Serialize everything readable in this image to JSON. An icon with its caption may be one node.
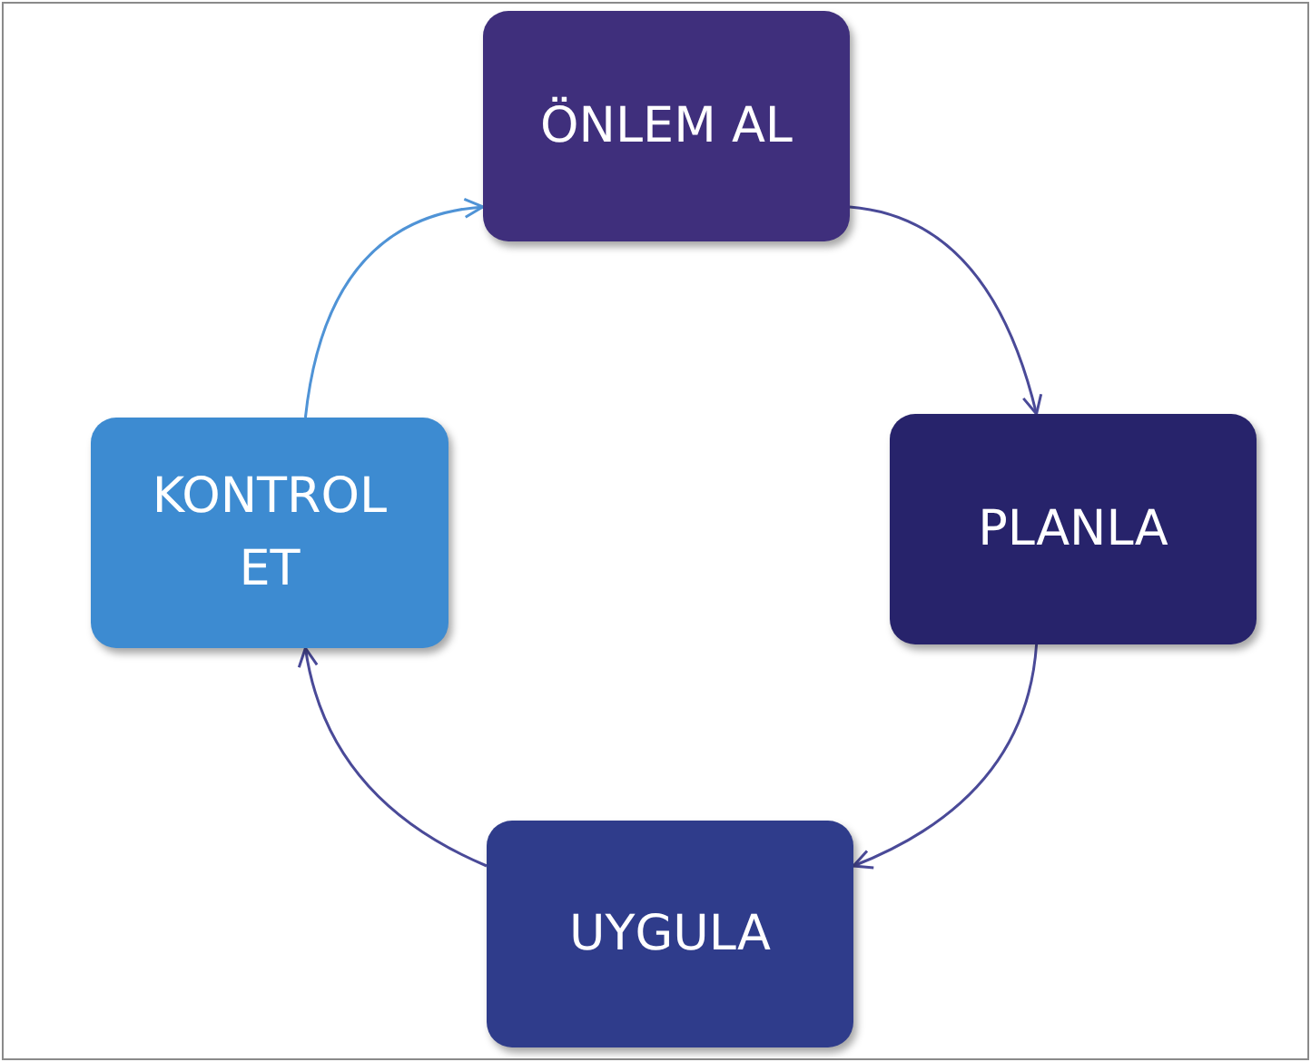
{
  "diagram": {
    "nodes": [
      {
        "text": [
          "ÖNLEM AL"
        ]
      },
      {
        "text": [
          "PLANLA"
        ]
      },
      {
        "text": [
          "UYGULA"
        ]
      },
      {
        "text": [
          "KONTROL ET"
        ]
      }
    ],
    "edges": [
      {
        "from": 0,
        "to": 1,
        "arrow": "to"
      },
      {
        "from": 1,
        "to": 2,
        "arrow": "to"
      },
      {
        "from": 2,
        "to": 3,
        "arrow": "to"
      },
      {
        "from": 3,
        "to": 0,
        "arrow": "to",
        "color": "#4f93d6"
      }
    ]
  }
}
